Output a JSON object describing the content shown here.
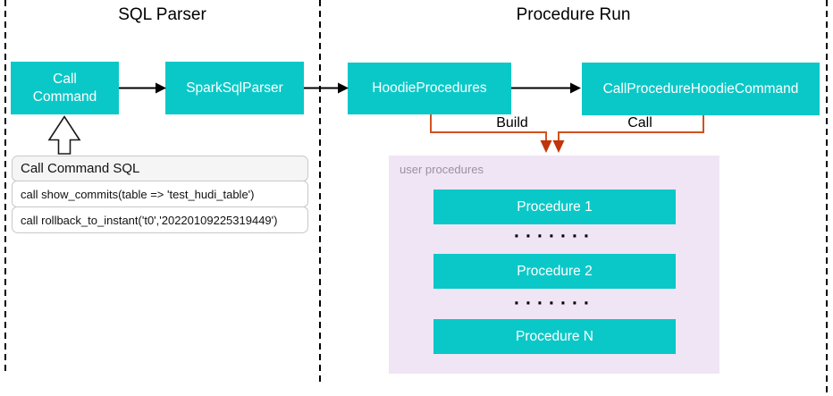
{
  "sections": {
    "sql_parser_title": "SQL Parser",
    "procedure_run_title": "Procedure Run"
  },
  "nodes": {
    "call_command": "Call Command",
    "spark_sql_parser": "SparkSqlParser",
    "hoodie_procedures": "HoodieProcedures",
    "call_procedure_hoodie_command": "CallProcedureHoodieCommand"
  },
  "edges": {
    "build_label": "Build",
    "call_label": "Call"
  },
  "sql_panel": {
    "header": "Call Command SQL",
    "rows": [
      "call show_commits(table => 'test_hudi_table')",
      "call rollback_to_instant('t0','20220109225319449')"
    ]
  },
  "user_procedures": {
    "label": "user procedures",
    "items": [
      "Procedure 1",
      "Procedure 2",
      "Procedure N"
    ],
    "ellipsis": "·······"
  },
  "colors": {
    "node_teal": "#0bc8c8",
    "panel_lavender": "#f0e5f5",
    "orange_connector": "#d0521e",
    "orange_arrowhead": "#c23409",
    "divider_black": "#000000",
    "sql_header_gray": "#f5f5f5",
    "sql_border_gray": "#c9c9c9"
  }
}
